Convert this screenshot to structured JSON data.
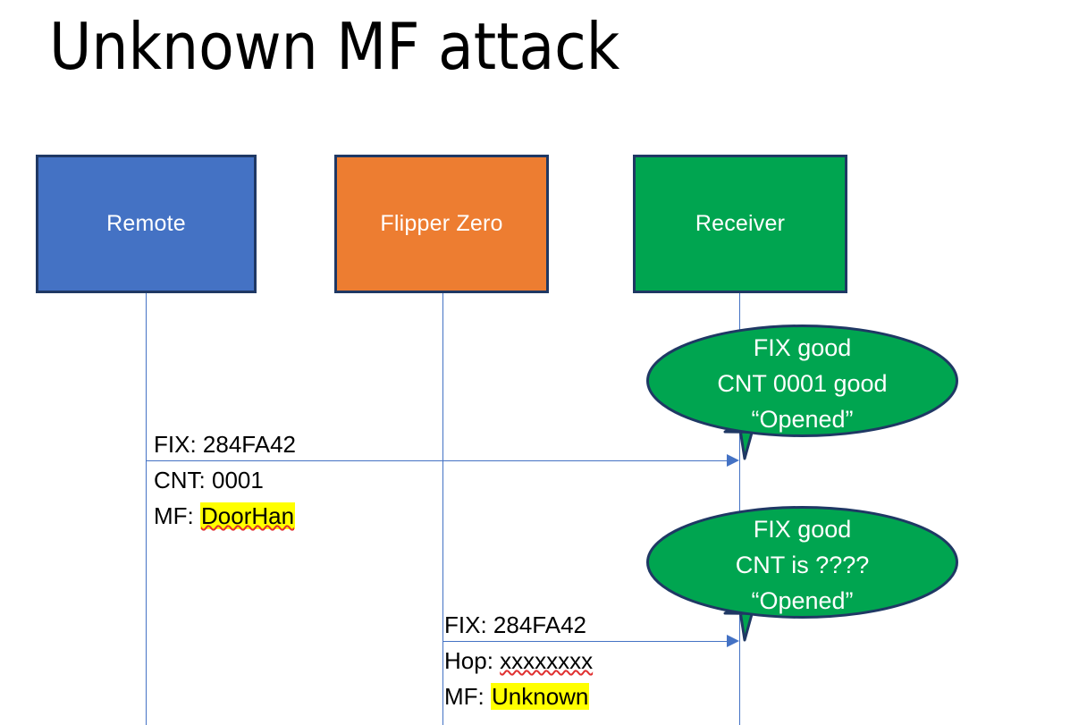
{
  "slide": {
    "title": "Unknown MF attack",
    "background": "#ffffff"
  },
  "colors": {
    "remote_fill": "#4472C4",
    "flipper_fill": "#ED7D31",
    "receiver_fill": "#00A550",
    "box_border": "#1F3864",
    "lifeline": "#4472C4",
    "arrow": "#4472C4",
    "bubble_fill": "#00A550",
    "bubble_border": "#1F3864",
    "highlight": "#FFFF00",
    "spellcheck_underline": "#E03030",
    "text_dark": "#000000",
    "text_light": "#FFFFFF"
  },
  "actors": [
    {
      "id": "remote",
      "label": "Remote"
    },
    {
      "id": "flipper",
      "label": "Flipper Zero"
    },
    {
      "id": "receiver",
      "label": "Receiver"
    }
  ],
  "messages": [
    {
      "id": "remote-to-receiver",
      "from": "remote",
      "to": "receiver",
      "lines": [
        {
          "label": "FIX: ",
          "value": "284FA42",
          "highlight": false,
          "spellcheck_error": false
        },
        {
          "label": "CNT: ",
          "value": "0001",
          "highlight": false,
          "spellcheck_error": false
        },
        {
          "label": "MF: ",
          "value": "DoorHan",
          "highlight": true,
          "spellcheck_error": true
        }
      ]
    },
    {
      "id": "flipper-to-receiver",
      "from": "flipper",
      "to": "receiver",
      "lines": [
        {
          "label": "FIX: ",
          "value": "284FA42",
          "highlight": false,
          "spellcheck_error": false
        },
        {
          "label": "Hop: ",
          "value": "xxxxxxxx",
          "highlight": false,
          "spellcheck_error": true
        },
        {
          "label": "MF: ",
          "value": "Unknown",
          "highlight": true,
          "spellcheck_error": false
        }
      ]
    }
  ],
  "callouts": [
    {
      "id": "callout-first",
      "lines": [
        "FIX good",
        "CNT 0001 good",
        "“Opened”"
      ]
    },
    {
      "id": "callout-second",
      "lines": [
        "FIX good",
        "CNT is ????",
        "“Opened”"
      ]
    }
  ]
}
